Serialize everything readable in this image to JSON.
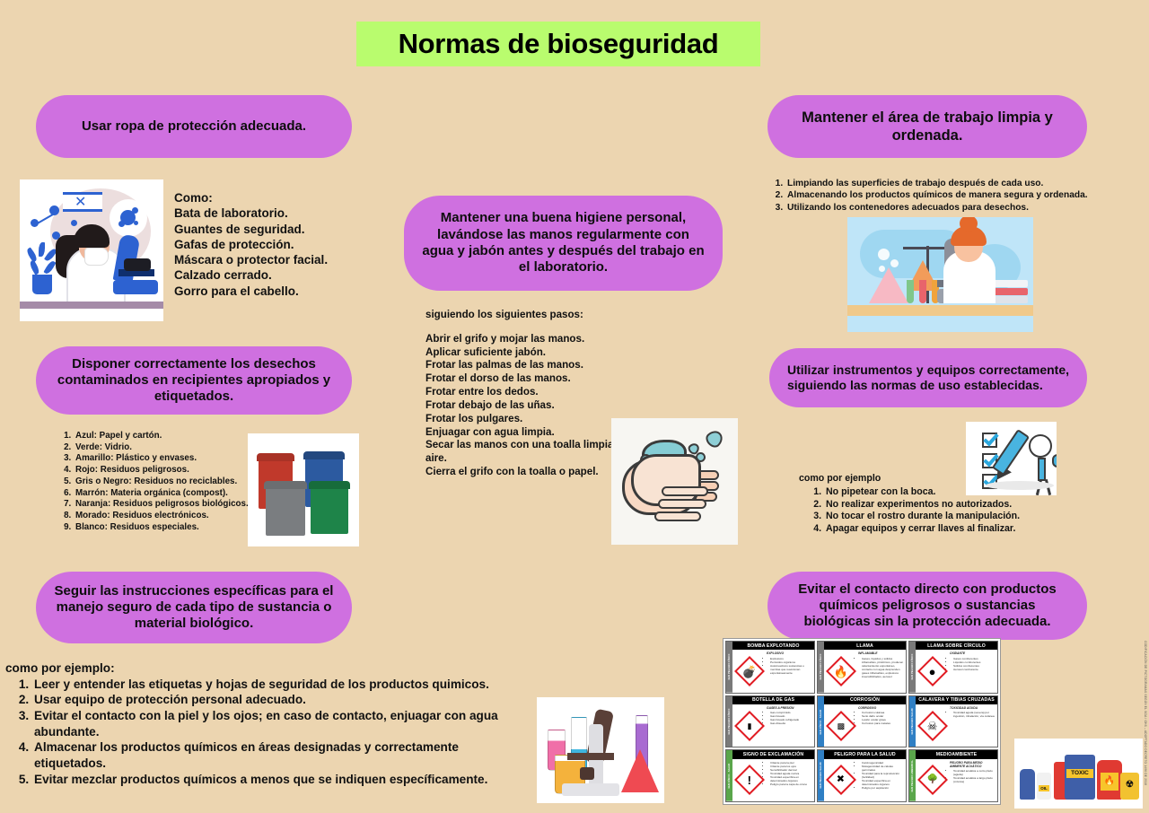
{
  "poster": {
    "title": "Normas de bioseguridad",
    "background_color": "#ecd5b0",
    "pill_color": "#cf70e0",
    "title_banner_color": "#b9fc6e"
  },
  "section_ppe": {
    "heading": "Usar ropa de protección adecuada.",
    "intro": "Como:",
    "items": [
      "Bata de laboratorio.",
      "Guantes de seguridad.",
      "Gafas de protección.",
      "Máscara o protector facial.",
      "Calzado cerrado.",
      "Gorro para el cabello."
    ],
    "image_name": "scientist-with-microscope-illustration"
  },
  "section_workspace": {
    "heading": "Mantener el área de trabajo limpia y ordenada.",
    "items": [
      "Limpiando las superficies de trabajo después de cada uso.",
      "Almacenando los productos químicos de manera segura y ordenada.",
      "Utilizando los contenedores adecuados para desechos."
    ],
    "image_name": "lab-scientist-microscope-illustration"
  },
  "section_hygiene": {
    "heading": "Mantener una buena higiene personal, lavándose las manos regularmente con agua y jabón antes y después del trabajo en el laboratorio.",
    "intro": "siguiendo los siguientes pasos:",
    "steps": [
      "Abrir el grifo y mojar las manos.",
      "Aplicar suficiente jabón.",
      "Frotar las palmas de las manos.",
      "Frotar el dorso de las manos.",
      "Frotar entre los dedos.",
      "Frotar debajo de las uñas.",
      "Frotar los pulgares.",
      "Enjuagar con agua limpia.",
      "Secar las manos con una toalla limpia o aire.",
      "Cierra el grifo con la toalla o papel."
    ],
    "image_name": "handwashing-illustration"
  },
  "section_waste": {
    "heading": "Disponer correctamente los desechos contaminados en recipientes apropiados y etiquetados.",
    "items": [
      "Azul: Papel y cartón.",
      "Verde: Vidrio.",
      "Amarillo: Plástico y envases.",
      "Rojo: Residuos peligrosos.",
      "Gris o Negro: Residuos no reciclables.",
      "Marrón: Materia orgánica (compost).",
      "Naranja: Residuos peligrosos biológicos.",
      "Morado: Residuos electrónicos.",
      "Blanco: Residuos especiales."
    ],
    "image_name": "recycling-bins-illustration",
    "bin_colors": [
      "#c0392b",
      "#2c5aa0",
      "#7a7d80",
      "#1e8449"
    ]
  },
  "section_instruments": {
    "heading": "Utilizar instrumentos y equipos correctamente, siguiendo las normas de uso establecidas.",
    "intro": "como por ejemplo",
    "items": [
      "No pipetear con la boca.",
      "No realizar experimentos no autorizados.",
      "No tocar el rostro durante la manipulación.",
      "Apagar equipos y cerrar llaves al finalizar."
    ],
    "image_name": "checklist-stick-figure-illustration"
  },
  "section_handling": {
    "heading": "Seguir las instrucciones específicas para el manejo seguro de cada tipo de sustancia o material biológico.",
    "intro": "como por ejemplo:",
    "items": [
      "Leer y entender las etiquetas y hojas de seguridad de los productos quimicos.",
      "Usar equipo de protección personal adecuado.",
      "Evitar el contacto con la piel y los ojos; en caso de contacto, enjuagar con agua abundante.",
      "Almacenar los productos químicos en áreas designadas y correctamente etiquetados.",
      "Evitar mezclar productos químicos a menos que se indiquen específicamente."
    ],
    "image_name": "watercolor-microscope-glassware-illustration"
  },
  "section_chemicals": {
    "heading": "Evitar el contacto directo con productos químicos peligrosos o sustancias biológicas sin la protección adecuada.",
    "image_name": "hazmat-drums-illustration",
    "drum_labels": [
      "TOXIC",
      "OIL"
    ]
  },
  "ghs_chart": {
    "credit": "CODIFICACIÓN DE PICTOGRAMAS SEGÚN EL SGA / GHS – ADOPTADO DECRETO 1496 DE 2018",
    "cells": [
      {
        "title": "BOMBA EXPLOTANDO",
        "side": "GHS PELIGRO FÍSICO",
        "side_color": "#7a7a7a",
        "subtitle": "EXPLOSIVO",
        "glyph": "bomb",
        "bullets": [
          "Explosivos",
          "Peróxidos orgánicos",
          "Autorreactivos sustancias o mezclas que reaccionan espontáneamente"
        ]
      },
      {
        "title": "LLAMA",
        "side": "GHS PELIGRO FÍSICO",
        "side_color": "#7a7a7a",
        "subtitle": "INFLAMABLE",
        "glyph": "flame",
        "bullets": [
          "Gases, líquidos y sólidos inflamables, pirofóricos, producen calentamiento espontáneo, contacto con agua desprenden gases inflamables, explosivos insensibilizados, aerosol"
        ]
      },
      {
        "title": "LLAMA SOBRE CÍRCULO",
        "side": "GHS PELIGRO FÍSICO",
        "side_color": "#7a7a7a",
        "subtitle": "OXIDANTE",
        "glyph": "flame-circle",
        "bullets": [
          "Gases comburentes",
          "Líquidos comburentes",
          "Sólidos comburentes",
          "Aerosol comburente"
        ]
      },
      {
        "title": "BOTELLA DE GAS",
        "side": "GHS PELIGRO FÍSICO",
        "side_color": "#7a7a7a",
        "subtitle": "GASES A PRESIÓN",
        "glyph": "cylinder",
        "bullets": [
          "Gas comprimido",
          "Gas licuado",
          "Gas licuado refrigerado",
          "Gas disuelto"
        ]
      },
      {
        "title": "CORROSIÓN",
        "side": "GHS FÍSICO - SALUD",
        "side_color": "#2f7fc4",
        "subtitle": "CORROSIVO",
        "glyph": "corrosion",
        "bullets": [
          "Corrosión cutánea",
          "Serio daño ocular",
          "Lesión ocular grave",
          "Corrosivo para metales"
        ]
      },
      {
        "title": "CALAVERA Y TIBIAS CRUZADAS",
        "side": "GHS PELIGRO SALUD",
        "side_color": "#2f7fc4",
        "subtitle": "TOXICIDAD AGUDA",
        "glyph": "skull",
        "bullets": [
          "Toxicidad aguda (severa) por ingestión, inhalación, vía cutánea"
        ]
      },
      {
        "title": "SIGNO DE EXCLAMACIÓN",
        "side": "GHS FÍSICO - SALUD",
        "side_color": "#5aa64b",
        "subtitle": "",
        "glyph": "exclamation",
        "bullets": [
          "Irritante para la piel",
          "Irritante para los ojos",
          "Sensibilizador dermal",
          "Toxicidad aguda nociva",
          "Toxicidad específica en determinados órganos",
          "Peligro para la capa de ozono"
        ]
      },
      {
        "title": "PELIGRO PARA LA SALUD",
        "side": "GHS PELIGRO SALUD",
        "side_color": "#2f7fc4",
        "subtitle": "",
        "glyph": "health-hazard",
        "bullets": [
          "Carcinogenicidad",
          "Mutagenicidad de células germinales",
          "Toxicidad para la reproducción (fertilidad)",
          "Toxicidad específica en determinados órganos",
          "Peligro por aspiración"
        ]
      },
      {
        "title": "MEDIOAMBIENTE",
        "side": "GHS PELIGRO AMBIENTAL",
        "side_color": "#5aa64b",
        "subtitle": "PELIGRO PARA MEDIO AMBIENTE ACUÁTICO",
        "glyph": "environment",
        "bullets": [
          "Toxicidad acuática a corto plazo (aguda)",
          "Toxicidad acuática a largo plazo (crónica)"
        ]
      }
    ]
  }
}
